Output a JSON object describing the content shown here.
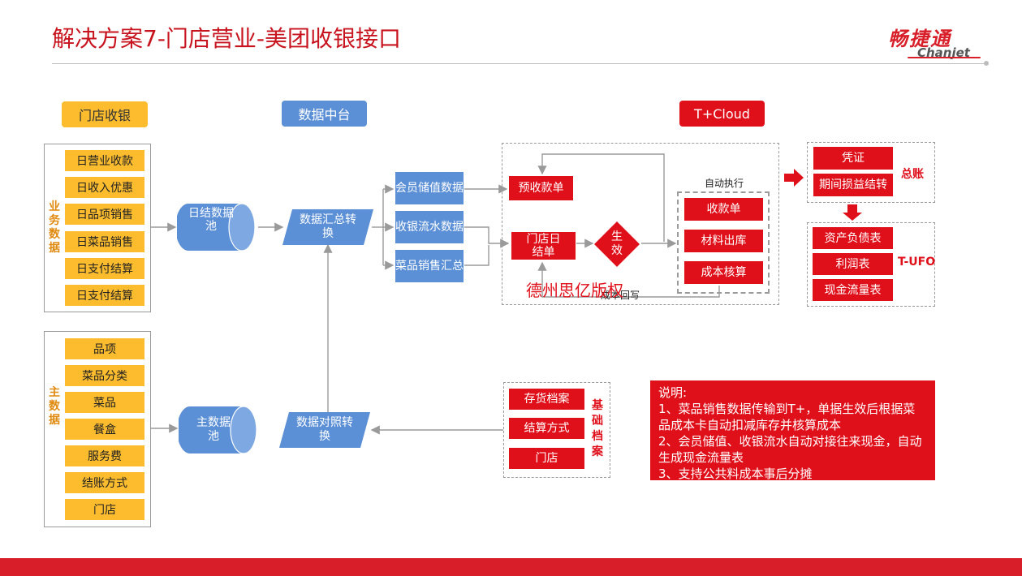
{
  "title": "解决方案7-门店营业-美团收银接口",
  "logo": {
    "cn": "畅捷通",
    "en": "Chanjet"
  },
  "sections": {
    "store_pos": "门店收银",
    "data_center": "数据中台",
    "tcloud": "T+Cloud"
  },
  "business_data": {
    "label": "业务数据",
    "items": [
      "日营业收款",
      "日收入优惠",
      "日品项销售",
      "日菜品销售",
      "日支付结算",
      "日支付结算"
    ]
  },
  "master_data": {
    "label": "主数据",
    "items": [
      "品项",
      "菜品分类",
      "菜品",
      "餐盒",
      "服务费",
      "结账方式",
      "门店"
    ]
  },
  "pools": {
    "daily": "日结数据池",
    "master": "主数据池"
  },
  "transforms": {
    "summary": "数据汇总转换",
    "mapping": "数据对照转换"
  },
  "summary_data": [
    "会员储值数据",
    "收银流水数据",
    "菜品销售汇总"
  ],
  "tcloud_flow": {
    "prepay": "预收款单",
    "store_settle": "门店日结单",
    "effect": "生效",
    "auto_exec": "自动执行",
    "auto_items": [
      "收款单",
      "材料出库",
      "成本核算"
    ],
    "cost_writeback": "成本回写"
  },
  "ledger": {
    "label": "总账",
    "items": [
      "凭证",
      "期间损益结转"
    ]
  },
  "tufo": {
    "label": "T-UFO",
    "items": [
      "资产负债表",
      "利润表",
      "现金流量表"
    ]
  },
  "base_archive": {
    "label": "基础档案",
    "items": [
      "存货档案",
      "结算方式",
      "门店"
    ]
  },
  "notes": {
    "heading": "说明:",
    "lines": [
      "1、菜品销售数据传输到T+，单据生效后根据菜品成本卡自动扣减库存并核算成本",
      "2、会员储值、收银流水自动对接往来现金，自动生成现金流量表",
      "3、支持公共料成本事后分摊"
    ]
  },
  "watermark": "德州思亿版权",
  "colors": {
    "red": "#e0101b",
    "yellow": "#fcbc2e",
    "blue": "#5b8fd6"
  }
}
